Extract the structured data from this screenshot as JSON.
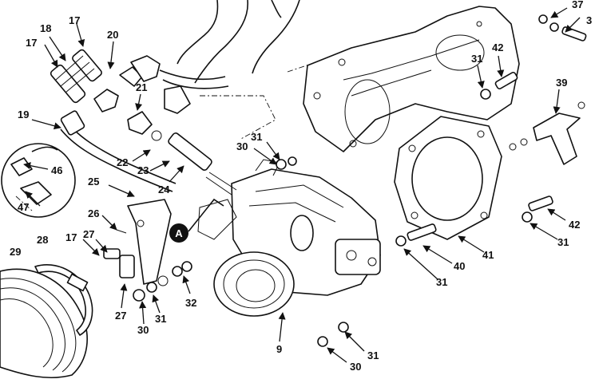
{
  "callouts": {
    "c3": "3",
    "c9": "9",
    "c17a": "17",
    "c17b": "17",
    "c17c": "17",
    "c18": "18",
    "c19": "19",
    "c20": "20",
    "c21": "21",
    "c22": "22",
    "c23": "23",
    "c24": "24",
    "c25": "25",
    "c26": "26",
    "c27a": "27",
    "c27b": "27",
    "c28": "28",
    "c29": "29",
    "c30a": "30",
    "c30b": "30",
    "c30c": "30",
    "c31a": "31",
    "c31b": "31",
    "c31c": "31",
    "c31d": "31",
    "c31e": "31",
    "c31f": "31",
    "c32": "32",
    "c37": "37",
    "c39": "39",
    "c40": "40",
    "c41": "41",
    "c42a": "42",
    "c42b": "42",
    "c46": "46",
    "c47": "47"
  },
  "detail_marker": "A"
}
